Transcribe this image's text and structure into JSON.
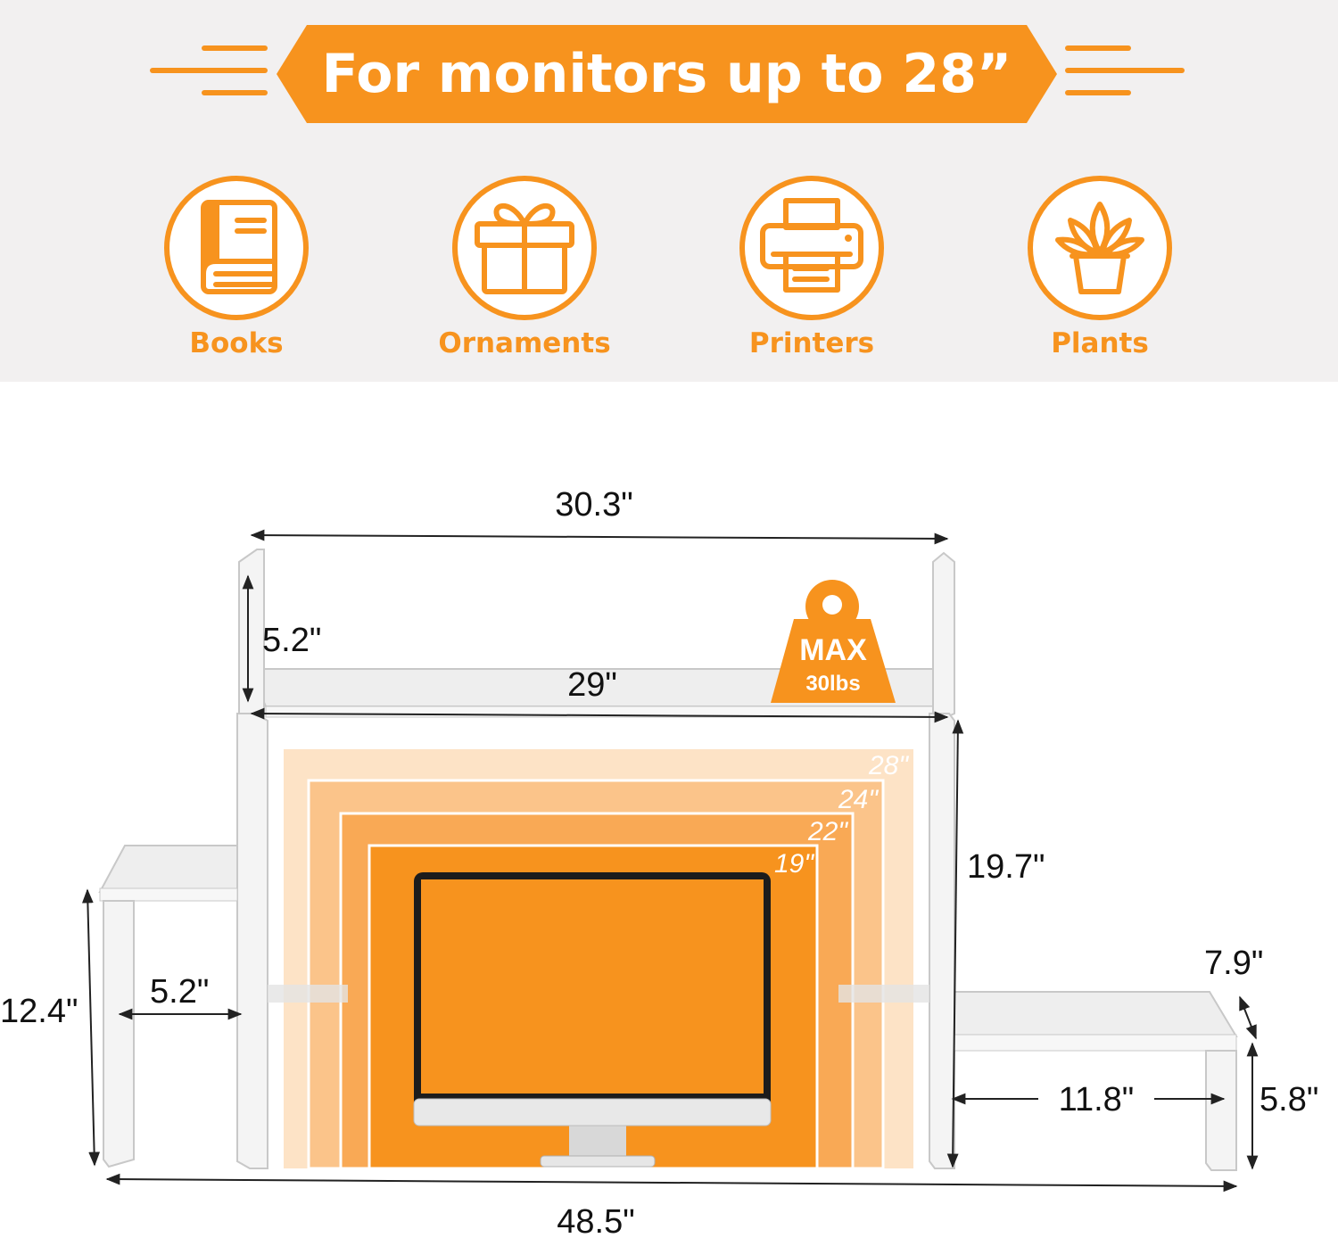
{
  "banner": {
    "text": "For monitors up to 28”"
  },
  "categories": [
    {
      "label": "Books",
      "icon": "book-icon"
    },
    {
      "label": "Ornaments",
      "icon": "gift-icon"
    },
    {
      "label": "Printers",
      "icon": "printer-icon"
    },
    {
      "label": "Plants",
      "icon": "plant-icon"
    }
  ],
  "dimensions": {
    "overall_top_width": "30.3\"",
    "upright_height": "5.2\"",
    "shelf_width": "29\"",
    "main_height": "19.7\"",
    "side_left_height": "12.4\"",
    "side_left_depth": "5.2\"",
    "side_right_depth": "7.9\"",
    "side_right_width": "11.8\"",
    "side_right_height": "5.8\"",
    "overall_width": "48.5\""
  },
  "max_load": {
    "line1": "MAX",
    "line2": "30lbs"
  },
  "screen_sizes": [
    "28\"",
    "24\"",
    "22\"",
    "19\""
  ],
  "colors": {
    "accent": "#f7931e",
    "panel_bg": "#f2f0f0"
  }
}
